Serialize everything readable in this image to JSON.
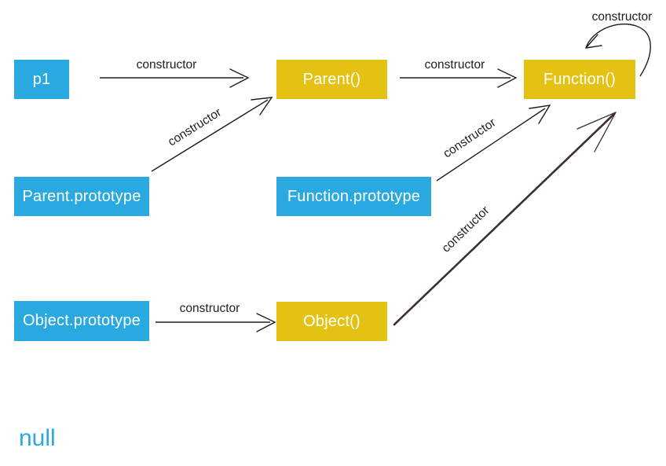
{
  "diagram": {
    "title": "js-prototype-constructor-diagram",
    "null_label": "null"
  },
  "colors": {
    "instance_box_blue": "#29A9E0",
    "function_box_yellow": "#E4C214",
    "arrow": "#1E1E1E",
    "emphasis_arrow": "#3B2F2B",
    "box_text": "#FFFFFF",
    "null_text": "#29A9E0"
  },
  "nodes": [
    {
      "id": "p1",
      "label": "p1",
      "kind": "blue"
    },
    {
      "id": "parent-fn",
      "label": "Parent()",
      "kind": "yellow"
    },
    {
      "id": "function-fn",
      "label": "Function()",
      "kind": "yellow"
    },
    {
      "id": "parent-prototype",
      "label": "Parent.prototype",
      "kind": "blue"
    },
    {
      "id": "function-prototype",
      "label": "Function.prototype",
      "kind": "blue"
    },
    {
      "id": "object-prototype",
      "label": "Object.prototype",
      "kind": "blue"
    },
    {
      "id": "object-fn",
      "label": "Object()",
      "kind": "yellow"
    }
  ],
  "edges": [
    {
      "from": "p1",
      "to": "Parent()",
      "label": "constructor",
      "style": "thin-horizontal"
    },
    {
      "from": "Parent()",
      "to": "Function()",
      "label": "constructor",
      "style": "thin-horizontal"
    },
    {
      "from": "Parent.prototype",
      "to": "Parent()",
      "label": "constructor",
      "style": "thin-diagonal"
    },
    {
      "from": "Function.prototype",
      "to": "Function()",
      "label": "constructor",
      "style": "thin-diagonal"
    },
    {
      "from": "Object.prototype",
      "to": "Object()",
      "label": "constructor",
      "style": "thin-horizontal"
    },
    {
      "from": "Object()",
      "to": "Function()",
      "label": "constructor",
      "style": "thick-diagonal"
    },
    {
      "from": "Function()",
      "to": "Function()",
      "label": "constructor",
      "style": "self-loop"
    }
  ]
}
